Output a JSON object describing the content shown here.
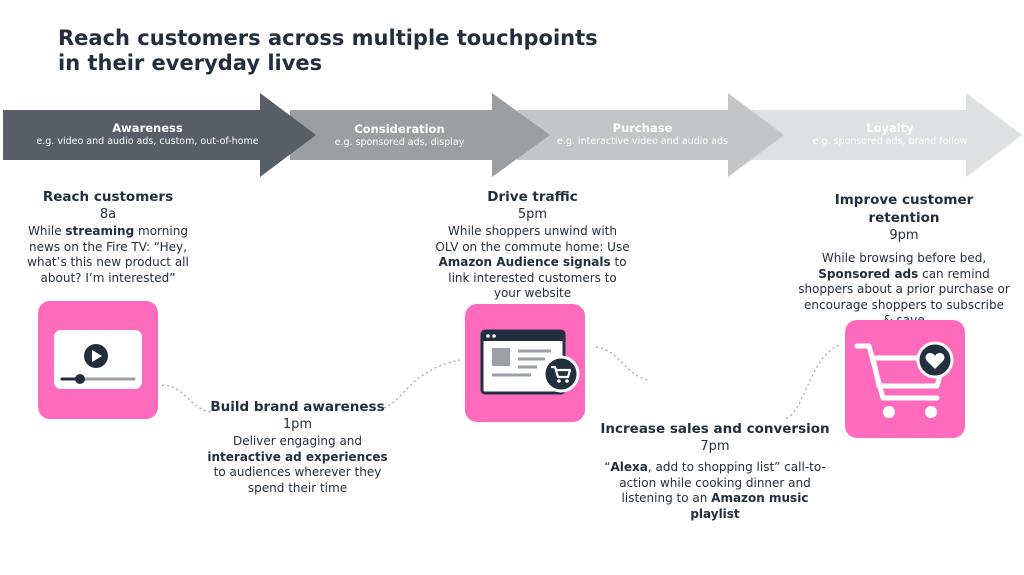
{
  "title": "Reach customers across multiple touchpoints in their everyday lives",
  "stages": [
    {
      "name": "Awareness",
      "sub": "e.g. video and audio ads, custom, out-of-home"
    },
    {
      "name": "Consideration",
      "sub": "e.g. sponsored ads, display"
    },
    {
      "name": "Purchase",
      "sub": "e.g. interactive video and audio ads"
    },
    {
      "name": "Loyalty",
      "sub": "e.g. sponsored ads, brand follow"
    }
  ],
  "moments": [
    {
      "heading": "Reach customers",
      "time": "8a",
      "text_parts": [
        "While ",
        "streaming",
        " morning news on the Fire TV: “Hey, what’s this new product all about? I’m interested”"
      ]
    },
    {
      "heading": "Build brand awareness",
      "time": "1pm",
      "text_parts": [
        "Deliver engaging and ",
        "interactive ad experiences",
        " to audiences wherever they spend their time"
      ]
    },
    {
      "heading": "Drive traffic",
      "time": "5pm",
      "text_parts": [
        "While shoppers unwind with OLV on the commute home: Use ",
        "Amazon Audience signals",
        " to link interested customers to your website"
      ]
    },
    {
      "heading": "Increase sales and conversion",
      "time": "7pm",
      "text_parts": [
        "“",
        "Alexa",
        ", add to shopping list” call-to-action while cooking dinner and listening to an ",
        "Amazon music playlist",
        ""
      ]
    },
    {
      "heading": "Improve customer retention",
      "time": "9pm",
      "text_parts": [
        "While browsing before bed, ",
        "Sponsored ads",
        " can remind shoppers about a prior purchase or encourage shoppers to subscribe & save"
      ]
    }
  ],
  "colors": {
    "accent_pink": "#ff6bbc",
    "dark_navy": "#232f3e",
    "arrow_1": "#575e66",
    "arrow_2": "#9c9ea1",
    "arrow_3": "#c4c5c7",
    "arrow_4": "#dfe0e1"
  },
  "icons": [
    "video-player-icon",
    "browser-cart-icon",
    "shopping-cart-heart-icon"
  ]
}
